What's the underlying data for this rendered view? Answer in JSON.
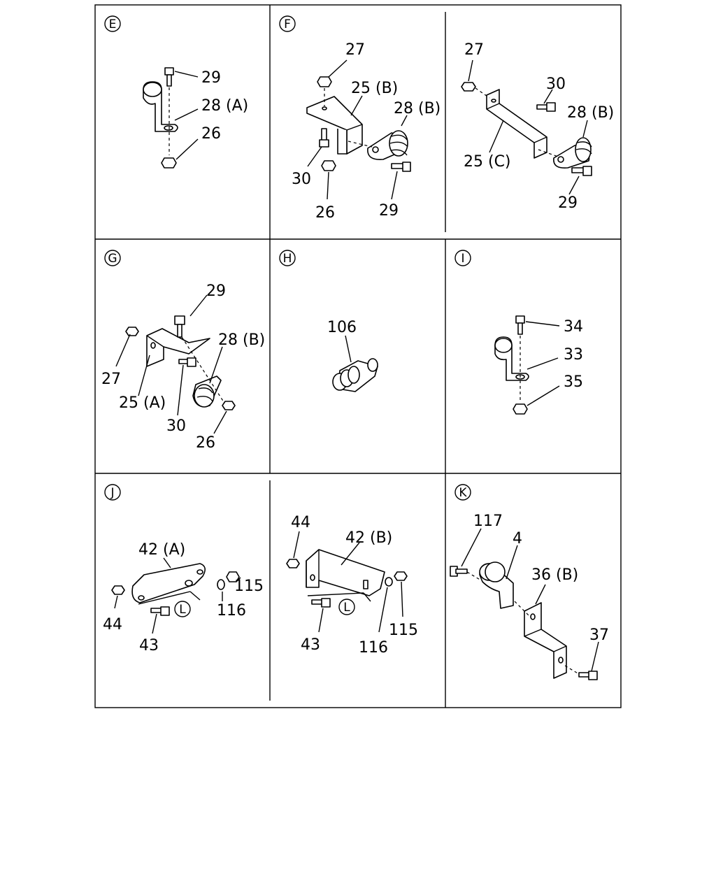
{
  "panels": [
    {
      "id": "E",
      "labels": [
        "29",
        "28 (A)",
        "26"
      ]
    },
    {
      "id": "F",
      "labels": [
        "27",
        "25 (B)",
        "28 (B)",
        "30",
        "26",
        "29"
      ]
    },
    {
      "id": "F2",
      "labels": [
        "27",
        "30",
        "28 (B)",
        "25 (C)",
        "29"
      ]
    },
    {
      "id": "G",
      "labels": [
        "29",
        "28 (B)",
        "27",
        "25 (A)",
        "30",
        "26"
      ]
    },
    {
      "id": "H",
      "labels": [
        "106"
      ]
    },
    {
      "id": "I",
      "labels": [
        "34",
        "33",
        "35"
      ]
    },
    {
      "id": "J",
      "labels": [
        "42 (A)",
        "115",
        "116",
        "44",
        "43",
        "L"
      ]
    },
    {
      "id": "J2",
      "labels": [
        "44",
        "42 (B)",
        "43",
        "116",
        "115",
        "L"
      ]
    },
    {
      "id": "K",
      "labels": [
        "117",
        "4",
        "36 (B)",
        "37"
      ]
    }
  ]
}
